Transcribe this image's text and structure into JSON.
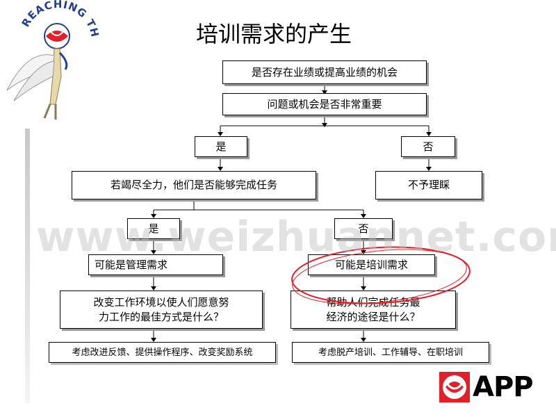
{
  "logo": {
    "text": "REACHING THE SKY"
  },
  "title": "培训需求的产生",
  "nodes": {
    "q1": "是否存在业绩或提高业绩的机会",
    "q2": "问题或机会是否非常重要",
    "yes1": "是",
    "no1": "否",
    "q3": "若竭尽全力，他们是否能够完成任务",
    "ignore": "不予理睬",
    "yes2": "是",
    "no2": "否",
    "mgmt": "可能是管理需求",
    "train": "可能是培训需求",
    "env_line1": "改变工作环境以使人们愿意努",
    "env_line2": "力工作的最佳方式是什么？",
    "help_line1": "帮助人们完成任务最",
    "help_line2": "经济的途径是什么？",
    "consider_left": "考虑改进反馈、提供操作程序、改变奖励系统",
    "consider_right": "考虑脱产培训、工作辅导、在职培训"
  },
  "watermark": "www.weizhuannet.com",
  "brand": {
    "name": "APP",
    "red": "#e0202a",
    "blue": "#1f3f8f"
  }
}
